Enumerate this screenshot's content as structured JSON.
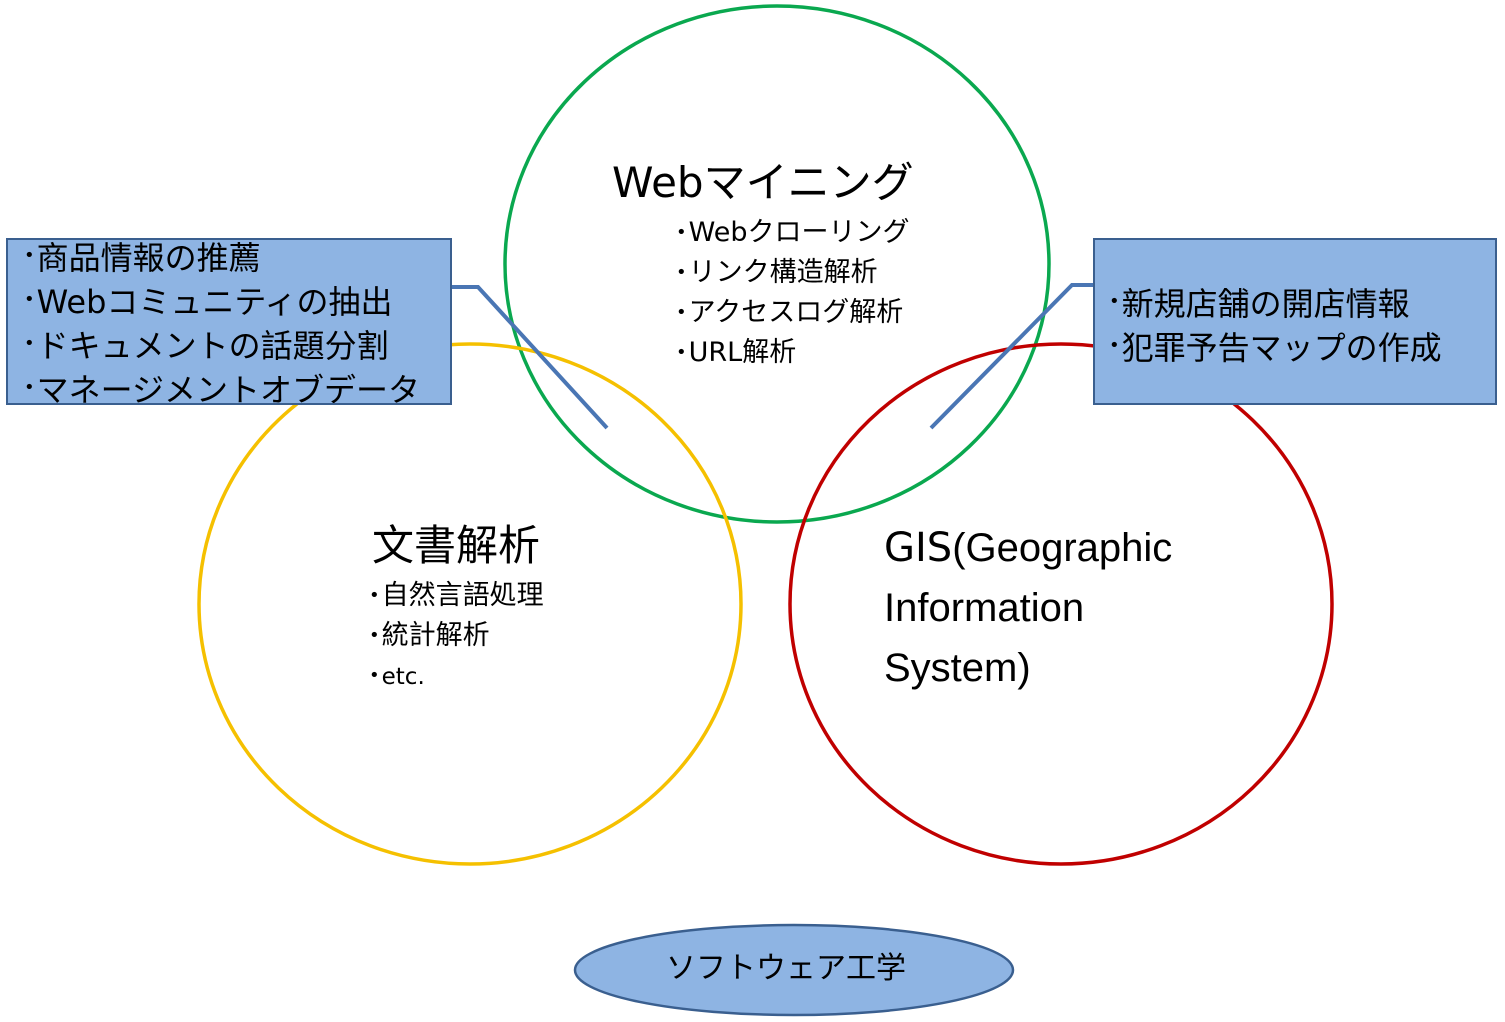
{
  "web_mining": {
    "title": "Webマイニング",
    "items": [
      "Webクローリング",
      "リンク構造解析",
      "アクセスログ解析",
      "URL解析"
    ],
    "color": "#0aa84f"
  },
  "document_analysis": {
    "title": "文書解析",
    "items": [
      "自然言語処理",
      "統計解析",
      "etc."
    ],
    "color": "#f5c000"
  },
  "gis": {
    "title_main": "GIS",
    "title_lines": [
      "(Geographic",
      "Information",
      "System)"
    ],
    "color": "#c00000"
  },
  "left_callout": {
    "items": [
      "商品情報の推薦",
      "Webコミュニティの抽出",
      "ドキュメントの話題分割",
      "マネージメントオブデータ"
    ],
    "fill": "#8eb4e3",
    "line_color": "#4a76b4"
  },
  "right_callout": {
    "items": [
      "新規店舗の開店情報",
      "犯罪予告マップの作成"
    ],
    "fill": "#8eb4e3",
    "line_color": "#4a76b4"
  },
  "footer": {
    "label": "ソフトウェア工学",
    "fill": "#8eb4e3"
  }
}
